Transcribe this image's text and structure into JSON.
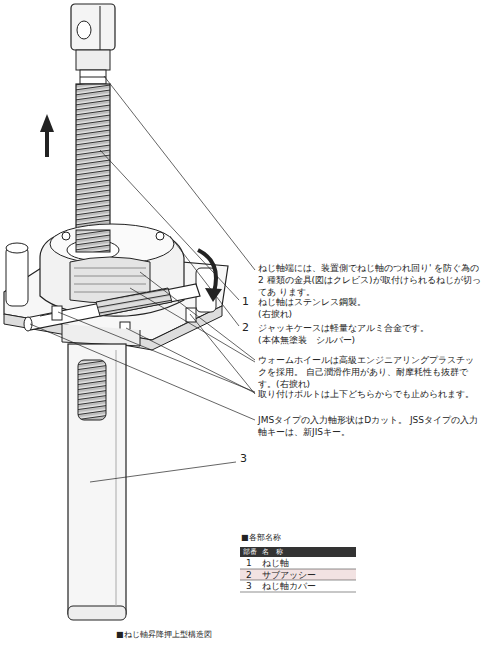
{
  "diagram": {
    "caption": "■ねじ軸昇降押上型構造図",
    "labels": [
      "ねじ軸端には、装置側でねじ軸のつれ回り' を防ぐ為の2 種類の金具(図はクレビス)が取付けられるねじが切ってあ ります。",
      "1",
      "ねじ軸はステンレス鋼製。",
      "(右捩れ)",
      "2",
      "ジャッキケースは軽量なアルミ合金です。",
      "(本体無塗装　シルバー)",
      "ウォームホイールは高級エンジニアリングプラスチックを採用。 自己潤滑作用があり、耐摩耗性も抜群です。(右捩れ)",
      "取り付けボルトは上下どちらからでも止められます。",
      "JMSタイプの入力軸形状はDカット。 JSSタイプの入力軸キーは、新JISキー。",
      "3",
      "■各部名称",
      "部番",
      "名　称",
      "1",
      "ねじ軸",
      "2",
      "サブアッシー",
      "3",
      "ねじ軸カバー"
    ]
  }
}
